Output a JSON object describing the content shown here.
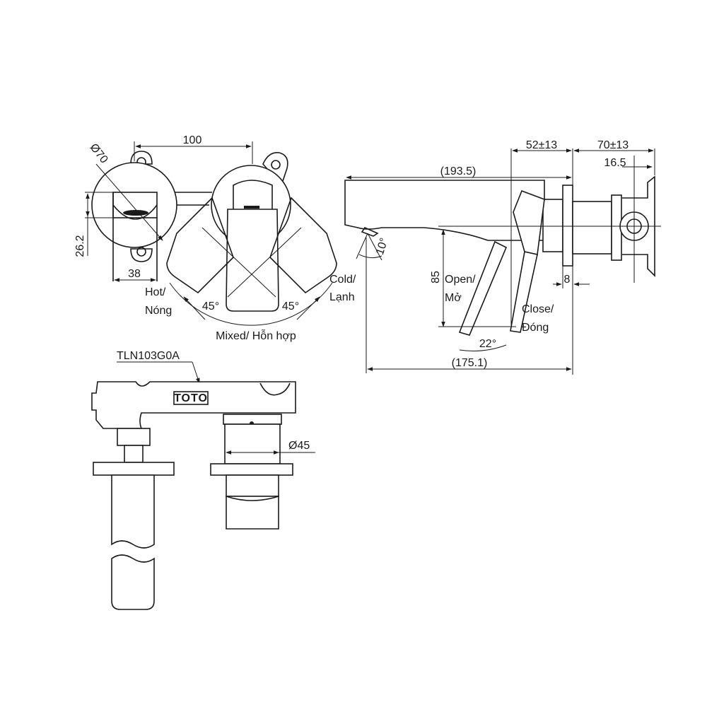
{
  "front_view": {
    "dim_width": "100",
    "dim_diameter": "Ø70",
    "dim_height": "26.2",
    "dim_depth": "38",
    "hot_label_1": "Hot/",
    "hot_label_2": "Nóng",
    "cold_label_1": "Cold/",
    "cold_label_2": "Lạnh",
    "angle_left": "45°",
    "angle_right": "45°",
    "mixed_label": "Mixed/ Hỗn hợp"
  },
  "side_view": {
    "dim_wall_range": "52±13",
    "dim_body_range": "70±13",
    "dim_spout_length": "(193.5)",
    "dim_flange": "16.5",
    "dim_spout_angle": "10°",
    "dim_height": "85",
    "dim_plate": "8",
    "open_label_1": "Open/",
    "open_label_2": "Mở",
    "close_label_1": "Close/",
    "close_label_2": "Đóng",
    "dim_handle_angle": "22°",
    "dim_reach": "(175.1)"
  },
  "body_view": {
    "model_code": "TLN103G0A",
    "brand_mark": "TOTO",
    "dim_diameter": "Ø45"
  }
}
